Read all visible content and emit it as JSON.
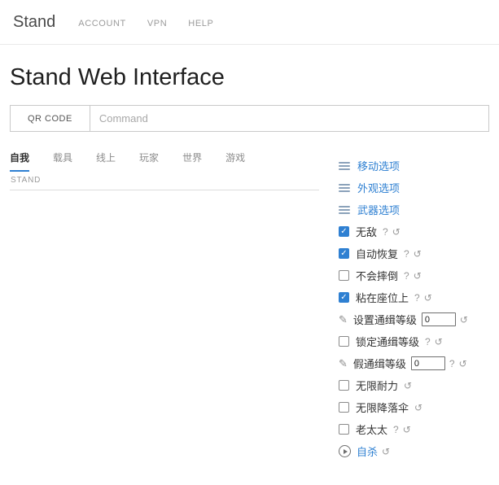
{
  "navbar": {
    "brand": "Stand",
    "items": [
      {
        "label": "ACCOUNT"
      },
      {
        "label": "VPN"
      },
      {
        "label": "HELP"
      }
    ]
  },
  "page_title": "Stand Web Interface",
  "command_bar": {
    "qr_button_label": "QR CODE",
    "command_placeholder": "Command"
  },
  "tabs": [
    {
      "label": "自我",
      "active": true
    },
    {
      "label": "载具",
      "active": false
    },
    {
      "label": "线上",
      "active": false
    },
    {
      "label": "玩家",
      "active": false
    },
    {
      "label": "世界",
      "active": false
    },
    {
      "label": "游戏",
      "active": false
    }
  ],
  "left_panel": {
    "header": "STAND"
  },
  "options": [
    {
      "type": "submenu",
      "icon": "hamburger-icon",
      "label": "移动选项"
    },
    {
      "type": "submenu",
      "icon": "hamburger-icon",
      "label": "外观选项"
    },
    {
      "type": "submenu",
      "icon": "hamburger-icon",
      "label": "武器选项"
    },
    {
      "type": "checkbox",
      "label": "无敌",
      "checked": true,
      "has_help": true
    },
    {
      "type": "checkbox",
      "label": "自动恢复",
      "checked": true,
      "has_help": true
    },
    {
      "type": "checkbox",
      "label": "不会摔倒",
      "checked": false,
      "has_help": true
    },
    {
      "type": "checkbox",
      "label": "粘在座位上",
      "checked": true,
      "has_help": true
    },
    {
      "type": "number",
      "icon": "pencil-icon",
      "label": "设置通缉等级",
      "value": "0",
      "has_help": false
    },
    {
      "type": "checkbox",
      "label": "锁定通缉等级",
      "checked": false,
      "has_help": true
    },
    {
      "type": "number",
      "icon": "pencil-icon",
      "label": "假通缉等级",
      "value": "0",
      "has_help": true
    },
    {
      "type": "checkbox",
      "label": "无限耐力",
      "checked": false,
      "has_help": false
    },
    {
      "type": "checkbox",
      "label": "无限降落伞",
      "checked": false,
      "has_help": false
    },
    {
      "type": "checkbox",
      "label": "老太太",
      "checked": false,
      "has_help": true
    },
    {
      "type": "action",
      "icon": "play-icon",
      "label": "自杀"
    }
  ],
  "glyphs": {
    "check": "✓",
    "help": "?",
    "refresh": "↺",
    "pencil": "✎"
  },
  "colors": {
    "accent": "#2f80d2",
    "link": "#2f80d2",
    "checkbox_checked": "#2f80d2"
  }
}
